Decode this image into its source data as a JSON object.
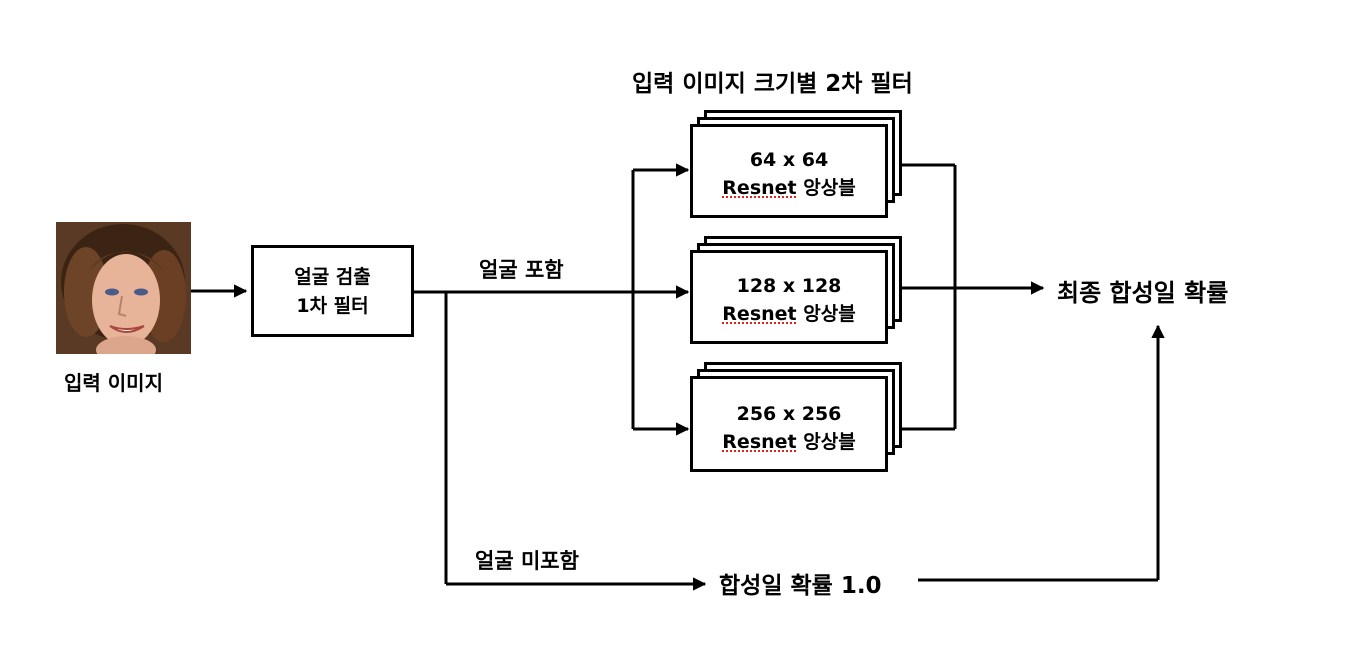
{
  "input": {
    "label": "입력 이미지"
  },
  "filter1": {
    "line1": "얼굴 검출",
    "line2": "1차 필터"
  },
  "branch": {
    "face_included": "얼굴 포함",
    "face_not_included": "얼굴 미포함"
  },
  "group_title": "입력 이미지 크기별 2차 필터",
  "ensembles": [
    {
      "size": "64 x 64",
      "model": "Resnet",
      "suffix": " 앙상블"
    },
    {
      "size": "128 x 128",
      "model": "Resnet",
      "suffix": " 앙상블"
    },
    {
      "size": "256 x 256",
      "model": "Resnet",
      "suffix": " 앙상블"
    }
  ],
  "output": {
    "final": "최종 합성일 확률",
    "fixed": "합성일 확률 1.0"
  }
}
